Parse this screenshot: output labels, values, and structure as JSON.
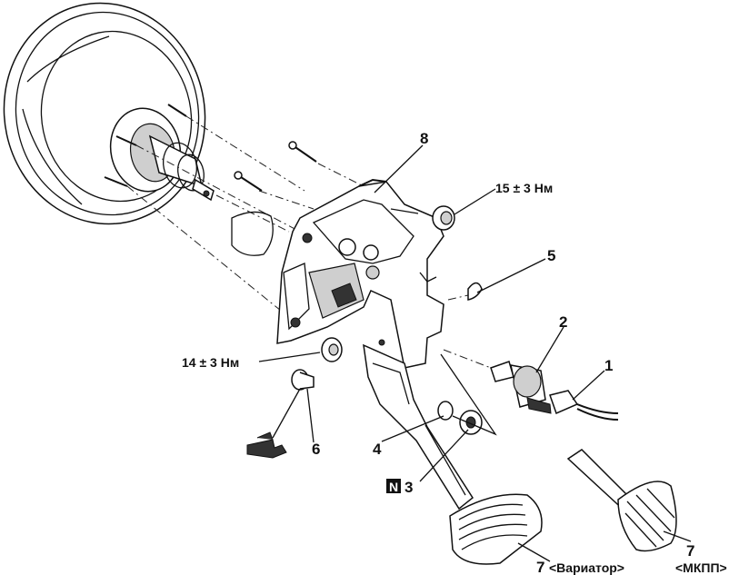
{
  "callouts": {
    "c1": "1",
    "c2": "2",
    "c3": "3",
    "c4": "4",
    "c5": "5",
    "c6": "6",
    "c7a": "7",
    "c7b": "7",
    "c8": "8",
    "badge_n": "N"
  },
  "torque": {
    "t15": "15 ± 3 Нм",
    "t14": "14 ± 3 Нм"
  },
  "variants": {
    "cvt": "<Вариатор>",
    "mt": "<МКПП>"
  }
}
